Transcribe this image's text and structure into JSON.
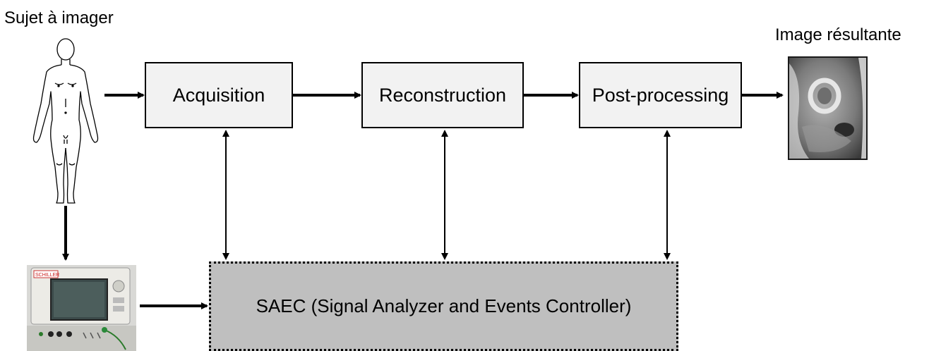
{
  "labels": {
    "subject": "Sujet à imager",
    "result": "Image résultante"
  },
  "boxes": {
    "acquisition": "Acquisition",
    "reconstruction": "Reconstruction",
    "postprocessing": "Post-processing",
    "saec": "SAEC (Signal Analyzer and Events Controller)"
  },
  "monitor": {
    "brand": "SCHILLER"
  }
}
